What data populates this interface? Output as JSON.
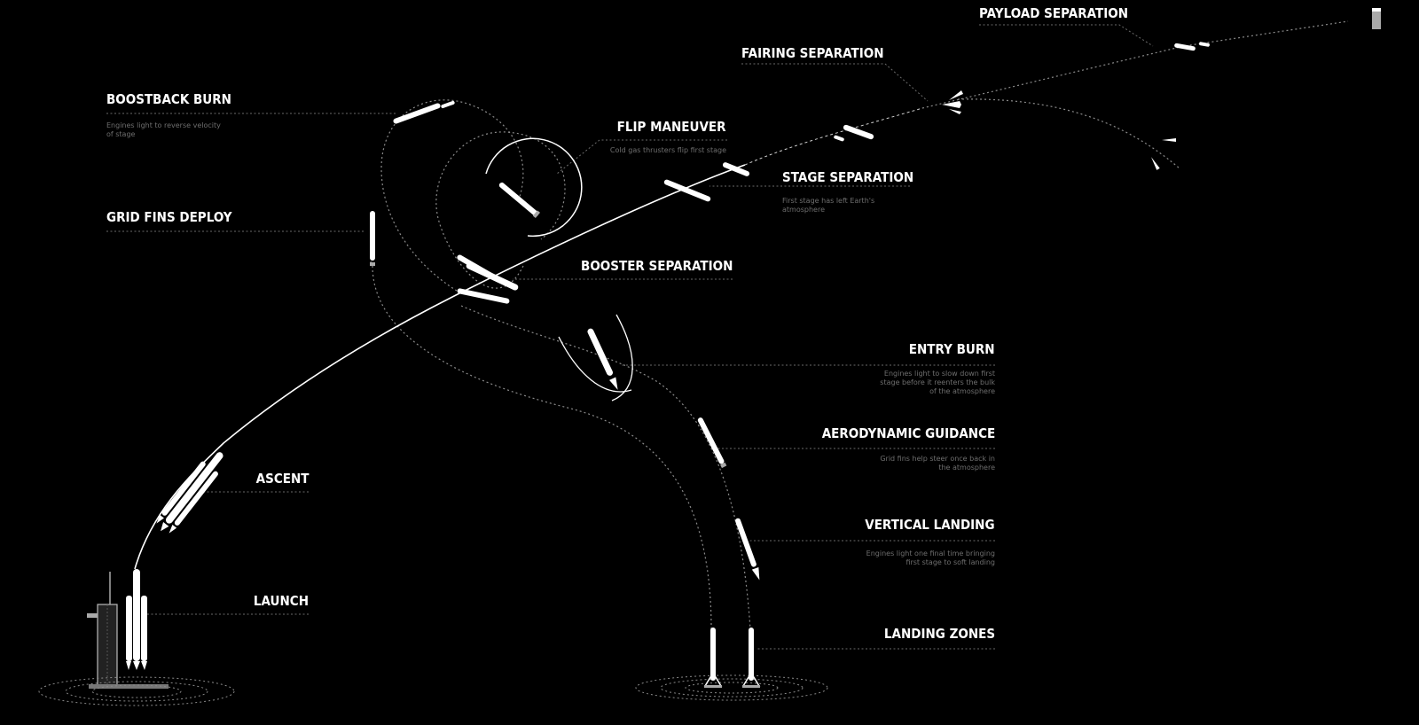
{
  "colors": {
    "background": "#000000",
    "label": "#ffffff",
    "description": "#6e6e6e",
    "trajectory": "#ffffff",
    "leader_line": "#6a6a6a"
  },
  "stages": {
    "payload_separation": {
      "title": "PAYLOAD SEPARATION"
    },
    "fairing_separation": {
      "title": "FAIRING SEPARATION"
    },
    "boostback_burn": {
      "title": "BOOSTBACK BURN",
      "description": "Engines light to reverse velocity\nof stage"
    },
    "flip_maneuver": {
      "title": "FLIP MANEUVER",
      "description": "Cold gas thrusters flip first stage"
    },
    "stage_separation": {
      "title": "STAGE SEPARATION",
      "description": "First stage has left Earth's\natmosphere"
    },
    "grid_fins_deploy": {
      "title": "GRID FINS DEPLOY"
    },
    "booster_separation": {
      "title": "BOOSTER SEPARATION"
    },
    "entry_burn": {
      "title": "ENTRY BURN",
      "description": "Engines light to slow down first\nstage before it reenters the bulk\nof the atmosphere"
    },
    "aerodynamic_guidance": {
      "title": "AERODYNAMIC GUIDANCE",
      "description": "Grid fins help steer once back in\nthe atmosphere"
    },
    "ascent": {
      "title": "ASCENT"
    },
    "vertical_landing": {
      "title": "VERTICAL LANDING",
      "description": "Engines light one final time bringing\nfirst stage to soft landing"
    },
    "launch": {
      "title": "LAUNCH"
    },
    "landing_zones": {
      "title": "LANDING ZONES"
    }
  },
  "icons": [
    "rocket-icon",
    "launch-tower-icon",
    "landing-pad-icon",
    "payload-icon",
    "fairing-icon"
  ]
}
